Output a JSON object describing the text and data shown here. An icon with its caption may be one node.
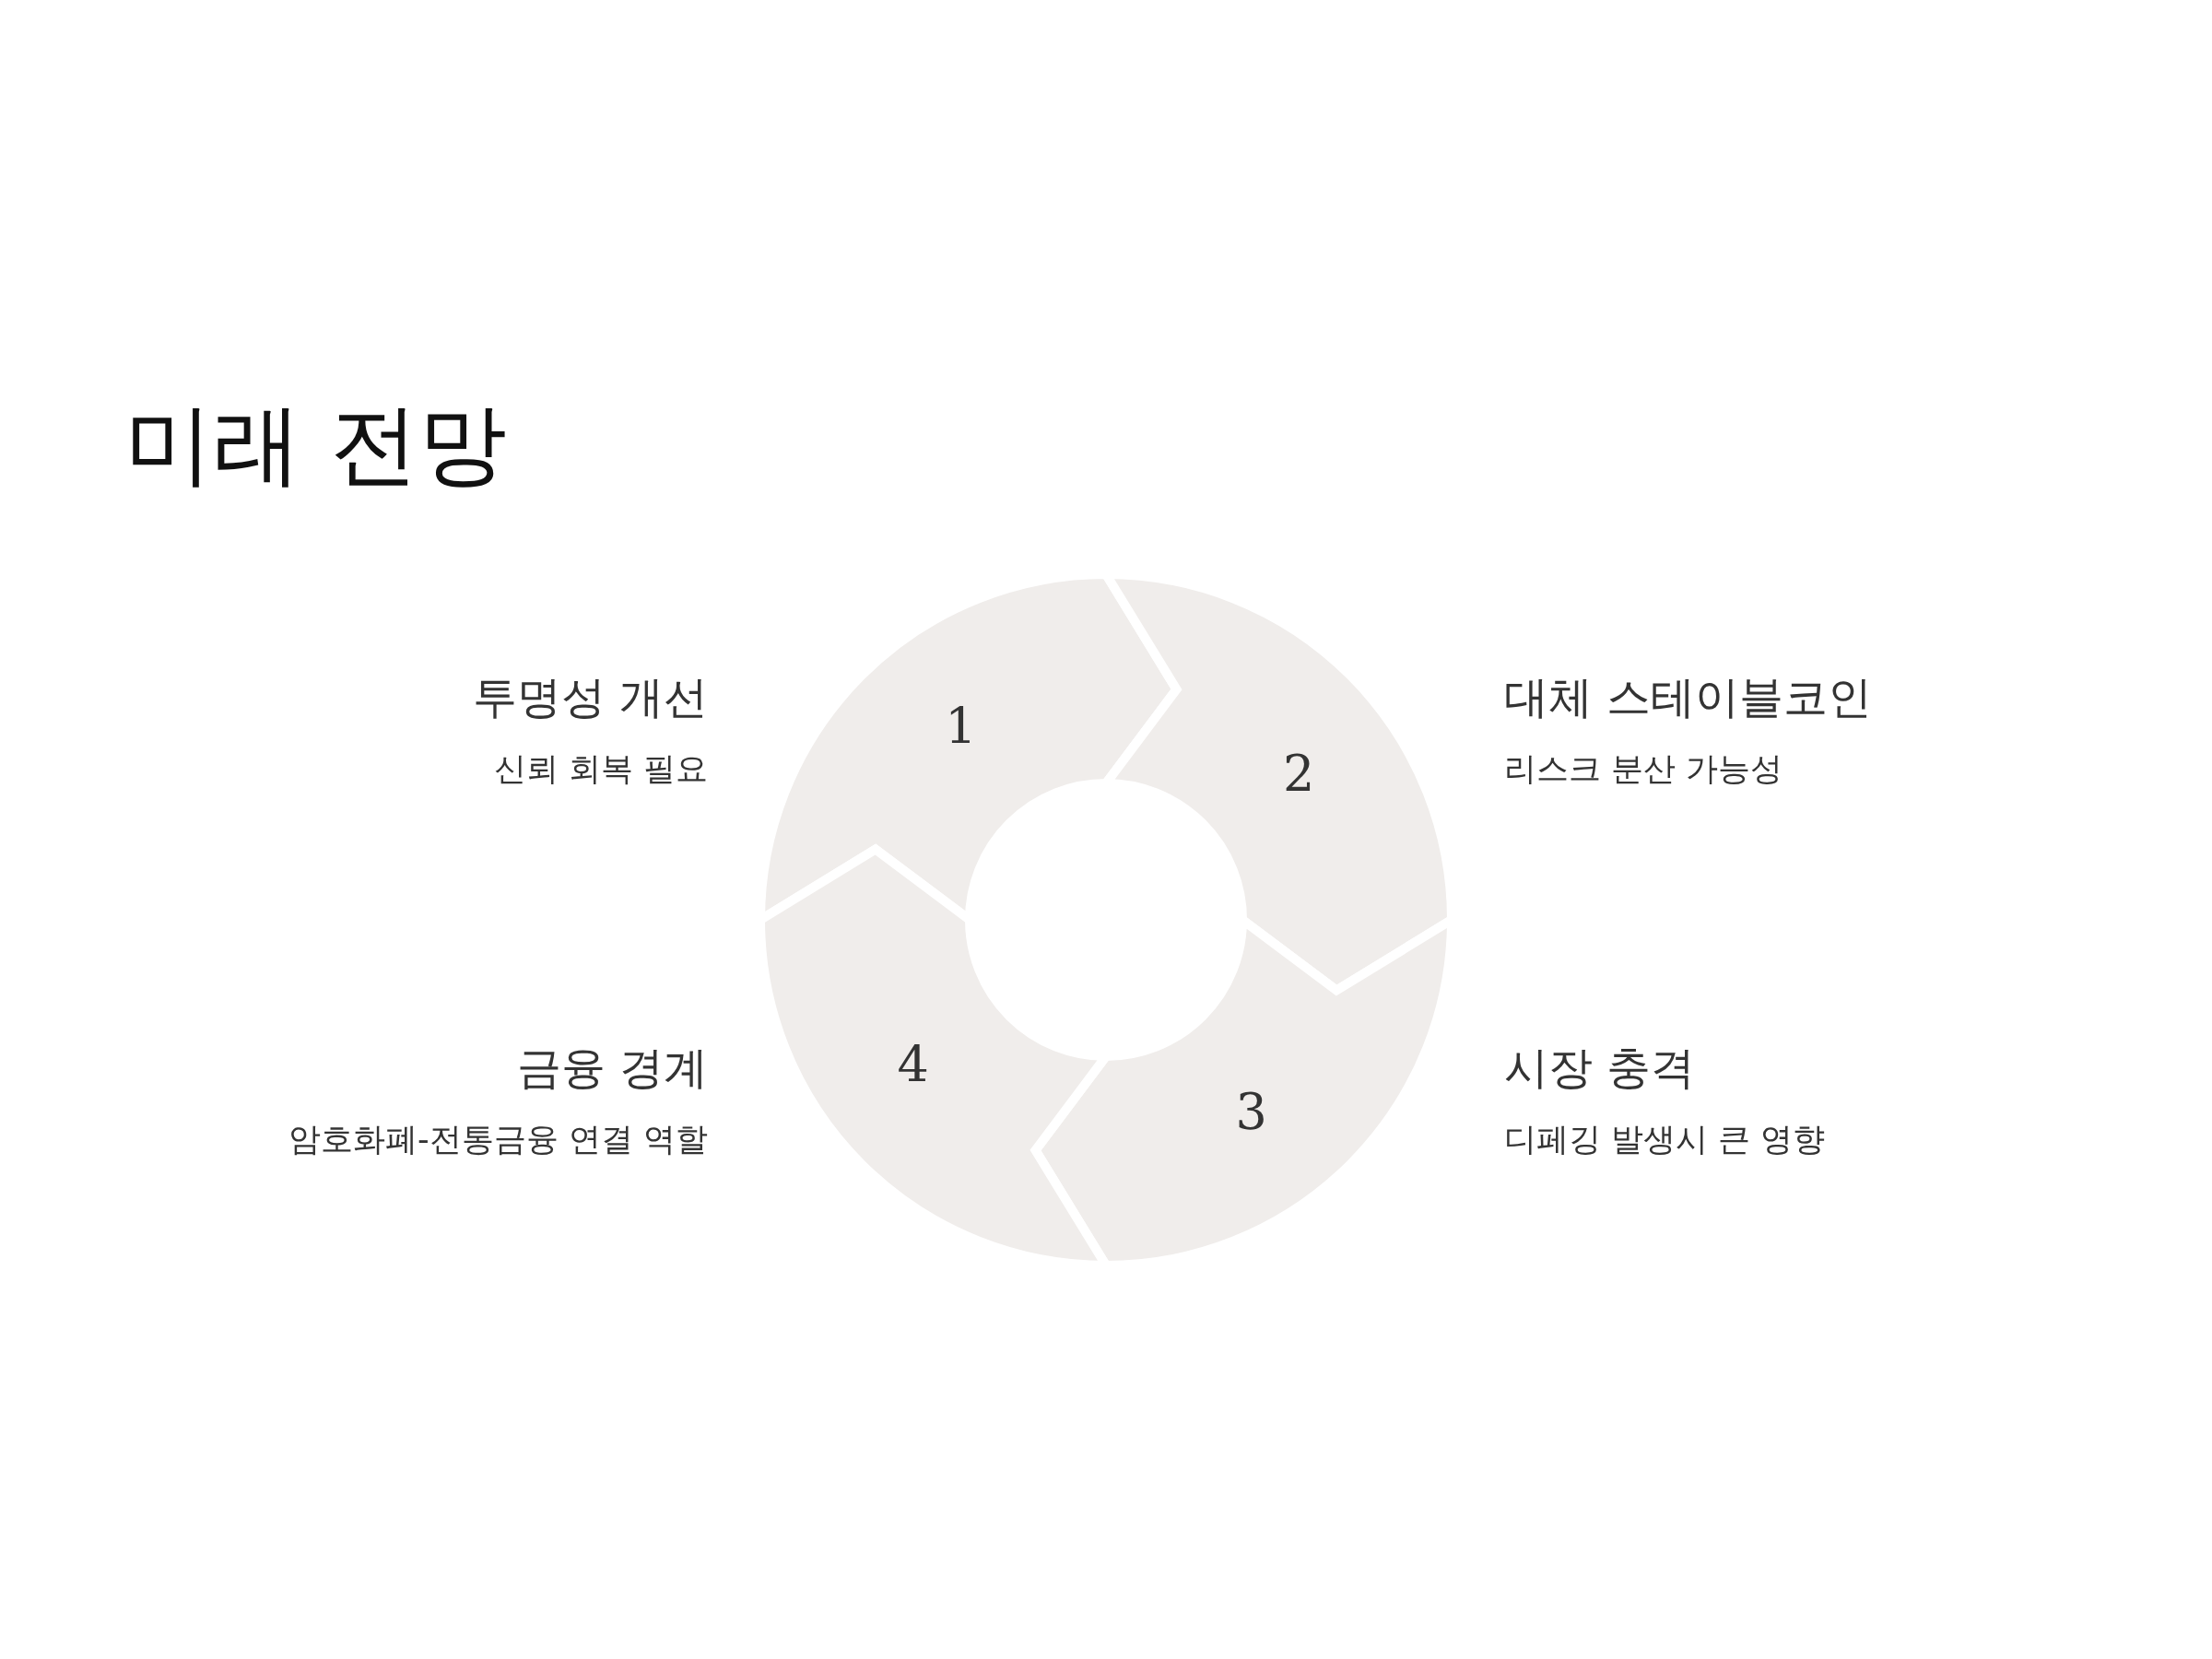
{
  "diagram": {
    "title": "미래 전망",
    "nodes": [
      {
        "text": [
          "1"
        ],
        "beside": [
          "투명성 개선",
          "신뢰 회복 필요"
        ]
      },
      {
        "text": [
          "2"
        ],
        "beside": [
          "대체 스테이블코인",
          "리스크 분산 가능성"
        ]
      },
      {
        "text": [
          "3"
        ],
        "beside": [
          "시장 충격",
          "디페깅 발생시 큰 영향"
        ]
      },
      {
        "text": [
          "4"
        ],
        "beside": [
          "금융 경계",
          "암호화폐-전통금융 연결 역할"
        ]
      }
    ],
    "edges": []
  }
}
